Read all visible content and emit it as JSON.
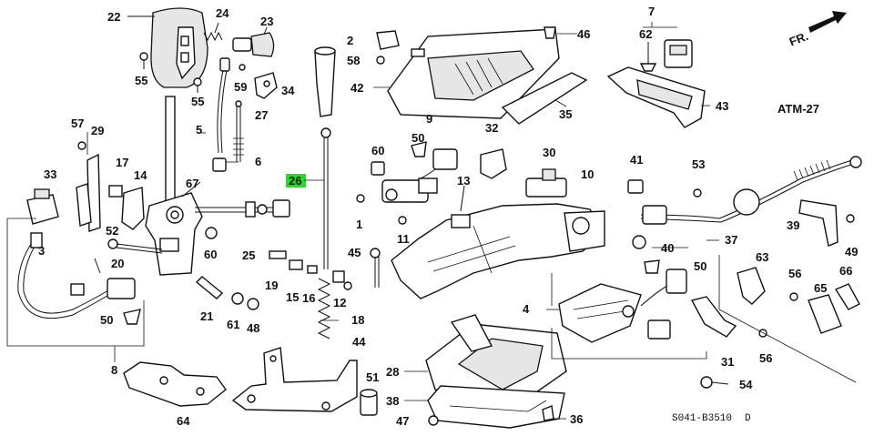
{
  "callouts": {
    "c1": "1",
    "c2": "2",
    "c3": "3",
    "c4": "4",
    "c5": "5",
    "c6": "6",
    "c7": "7",
    "c8": "8",
    "c9": "9",
    "c10": "10",
    "c11": "11",
    "c12": "12",
    "c13": "13",
    "c14": "14",
    "c15": "15",
    "c16": "16",
    "c17": "17",
    "c18": "18",
    "c19": "19",
    "c20": "20",
    "c21": "21",
    "c22": "22",
    "c23": "23",
    "c24": "24",
    "c25": "25",
    "c26": "26",
    "c27": "27",
    "c28": "28",
    "c29": "29",
    "c30": "30",
    "c31": "31",
    "c32": "32",
    "c33": "33",
    "c34": "34",
    "c35": "35",
    "c36": "36",
    "c37": "37",
    "c38": "38",
    "c39": "39",
    "c40": "40",
    "c41": "41",
    "c42": "42",
    "c43": "43",
    "c44": "44",
    "c45": "45",
    "c46": "46",
    "c47": "47",
    "c48": "48",
    "c49": "49",
    "c50a": "50",
    "c50b": "50",
    "c50c": "50",
    "c51": "51",
    "c52": "52",
    "c53": "53",
    "c54": "54",
    "c55a": "55",
    "c55b": "55",
    "c56a": "56",
    "c56b": "56",
    "c57": "57",
    "c58": "58",
    "c59": "59",
    "c60a": "60",
    "c60b": "60",
    "c61": "61",
    "c62": "62",
    "c63": "63",
    "c64": "64",
    "c65": "65",
    "c66": "66",
    "c67": "67"
  },
  "highlight": {
    "part": "26",
    "color": "#22dd22"
  },
  "direction_arrow": "FR.",
  "section_ref": "ATM-27",
  "drawing_code": "S041-B3510",
  "drawing_code_suffix": "D"
}
